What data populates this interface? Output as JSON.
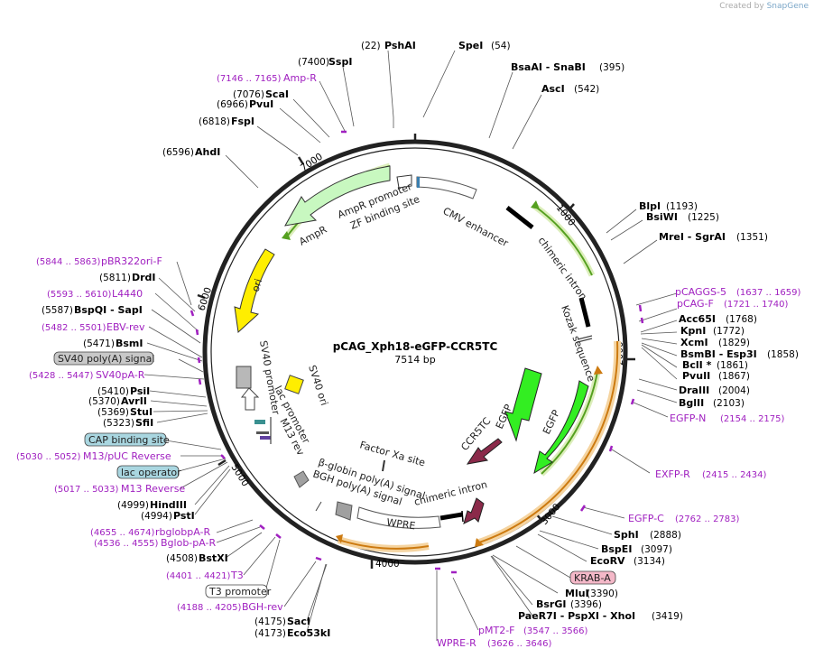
{
  "credit": {
    "prefix": "Created by",
    "brand": "SnapGene"
  },
  "plasmid": {
    "name": "pCAG_Xph18-eGFP-CCR5TC",
    "size": "7514 bp"
  },
  "ticks": [
    "1000",
    "2000",
    "3000",
    "4000",
    "5000",
    "6000",
    "7000"
  ],
  "features": {
    "cmv": "CMV enhancer",
    "chimeric_intron_top": "chimeric intron",
    "kozak": "Kozak sequence",
    "egfp_a": "EGFP",
    "egfp_b": "EGFP",
    "ccr5tc": "CCR5TC",
    "factor_xa": "Factor Xa site",
    "chimeric_intron_bottom": "chimeric intron",
    "wpre": "WPRE",
    "bglobin": "β-globin poly(A) signal",
    "bgh": "BGH poly(A) signal",
    "ampr_prom": "AmpR promoter",
    "zf": "ZF binding site",
    "ampr": "AmpR",
    "ori": "ori",
    "sv40_ori": "SV40 ori",
    "sv40_prom": "SV40 promoter",
    "lac_prom": "lac promoter",
    "m13_rev": "M13 rev"
  },
  "sites": {
    "pshai": {
      "num": "(22)",
      "name": "PshAI"
    },
    "spei": {
      "name": "SpeI",
      "num": "(54)"
    },
    "sspi": {
      "num": "(7400)",
      "name": "SspI"
    },
    "snabi": {
      "name": "BsaAI  - SnaBI",
      "num": "(395)"
    },
    "asci": {
      "name": "AscI",
      "num": "(542)"
    },
    "ampr_p": {
      "num": "(7146 .. 7165)",
      "name": "Amp-R"
    },
    "scai": {
      "num": "(7076)",
      "name": "ScaI"
    },
    "pvui": {
      "num": "(6966)",
      "name": "PvuI"
    },
    "fspi": {
      "num": "(6818)",
      "name": "FspI"
    },
    "ahdi": {
      "num": "(6596)",
      "name": "AhdI"
    },
    "blpi": {
      "name": "BlpI",
      "num": "(1193)"
    },
    "bsiwi": {
      "name": "BsiWI",
      "num": "(1225)"
    },
    "mrei": {
      "name": "MreI  - SgrAI",
      "num": "(1351)"
    },
    "pcaggs5": {
      "name": "pCAGGS-5",
      "num": "(1637 .. 1659)"
    },
    "pcagf": {
      "name": "pCAG-F",
      "num": "(1721 .. 1740)"
    },
    "acc65i": {
      "name": "Acc65I",
      "num": "(1768)"
    },
    "kpni": {
      "name": "KpnI",
      "num": "(1772)"
    },
    "xcmi": {
      "name": "XcmI",
      "num": "(1829)"
    },
    "bsmbi": {
      "name": "BsmBI  - Esp3I",
      "num": "(1858)"
    },
    "bcli": {
      "name": "BclI *",
      "num": "(1861)"
    },
    "pvuii": {
      "name": "PvuII",
      "num": "(1867)"
    },
    "draiii": {
      "name": "DraIII",
      "num": "(2004)"
    },
    "bglii": {
      "name": "BglII",
      "num": "(2103)"
    },
    "egfpn": {
      "name": "EGFP-N",
      "num": "(2154 .. 2175)"
    },
    "exfpr": {
      "name": "EXFP-R",
      "num": "(2415 .. 2434)"
    },
    "egfpc": {
      "name": "EGFP-C",
      "num": "(2762 .. 2783)"
    },
    "sphi": {
      "name": "SphI",
      "num": "(2888)"
    },
    "bspei": {
      "name": "BspEI",
      "num": "(3097)"
    },
    "ecorv": {
      "name": "EcoRV",
      "num": "(3134)"
    },
    "kraba": {
      "name": "KRAB-A"
    },
    "mlui": {
      "name": "MluI",
      "num": "(3390)"
    },
    "bsrgi": {
      "name": "BsrGI",
      "num": "(3396)"
    },
    "xhoi": {
      "name": "PaeR7I  - PspXI  - XhoI",
      "num": "(3419)"
    },
    "pmt2f": {
      "name": "pMT2-F",
      "num": "(3547 .. 3566)"
    },
    "wprer": {
      "name": "WPRE-R",
      "num": "(3626 .. 3646)"
    },
    "saci": {
      "num": "(4175)",
      "name": "SacI"
    },
    "eco53ki": {
      "num": "(4173)",
      "name": "Eco53kI"
    },
    "bghrev": {
      "num": "(4188 .. 4205)",
      "name": "BGH-rev"
    },
    "t3prom": {
      "name": "T3 promoter"
    },
    "t3": {
      "num": "(4401 .. 4421)",
      "name": "T3"
    },
    "bstxi": {
      "num": "(4508)",
      "name": "BstXI"
    },
    "bglob": {
      "num": "(4536 .. 4555)",
      "name": "Bglob-pA-R"
    },
    "rbglob": {
      "num": "(4655 .. 4674)",
      "name": "rbglobpA-R"
    },
    "psti": {
      "num": "(4994)",
      "name": "PstI"
    },
    "hindiii": {
      "num": "(4999)",
      "name": "HindIII"
    },
    "m13r": {
      "num": "(5017 .. 5033)",
      "name": "M13 Reverse"
    },
    "lacop": {
      "name": "lac operator"
    },
    "m13puc": {
      "num": "(5030 .. 5052)",
      "name": "M13/pUC Reverse"
    },
    "cap": {
      "name": "CAP binding site"
    },
    "sfii": {
      "num": "(5323)",
      "name": "SfiI"
    },
    "stui": {
      "num": "(5369)",
      "name": "StuI"
    },
    "avrii": {
      "num": "(5370)",
      "name": "AvrII"
    },
    "psii": {
      "num": "(5410)",
      "name": "PsiI"
    },
    "sv40par": {
      "num": "(5428 .. 5447)",
      "name": "SV40pA-R"
    },
    "sv40polya": {
      "name": "SV40 poly(A) signal"
    },
    "bsmi": {
      "num": "(5471)",
      "name": "BsmI"
    },
    "ebvrev": {
      "num": "(5482 .. 5501)",
      "name": "EBV-rev"
    },
    "bspqi": {
      "num": "(5587)",
      "name": "BspQI  - SapI"
    },
    "l4440": {
      "num": "(5593 .. 5610)",
      "name": "L4440"
    },
    "drdi": {
      "num": "(5811)",
      "name": "DrdI"
    },
    "pbr322": {
      "num": "(5844 .. 5863)",
      "name": "pBR322ori-F"
    }
  },
  "colors": {
    "ring": "#222222",
    "egfp": "#33ee22",
    "ampr": "#c8f8c0",
    "ori": "#ffee00",
    "ccr5tc": "#8b2a4a",
    "primer": "#a020c0",
    "orange_feature": "#f0a030",
    "green_feature": "#80cc30",
    "sv40_box": "#c8c8c8",
    "cap_box": "#a9d6e0",
    "krab_box": "#f4b8c8"
  }
}
